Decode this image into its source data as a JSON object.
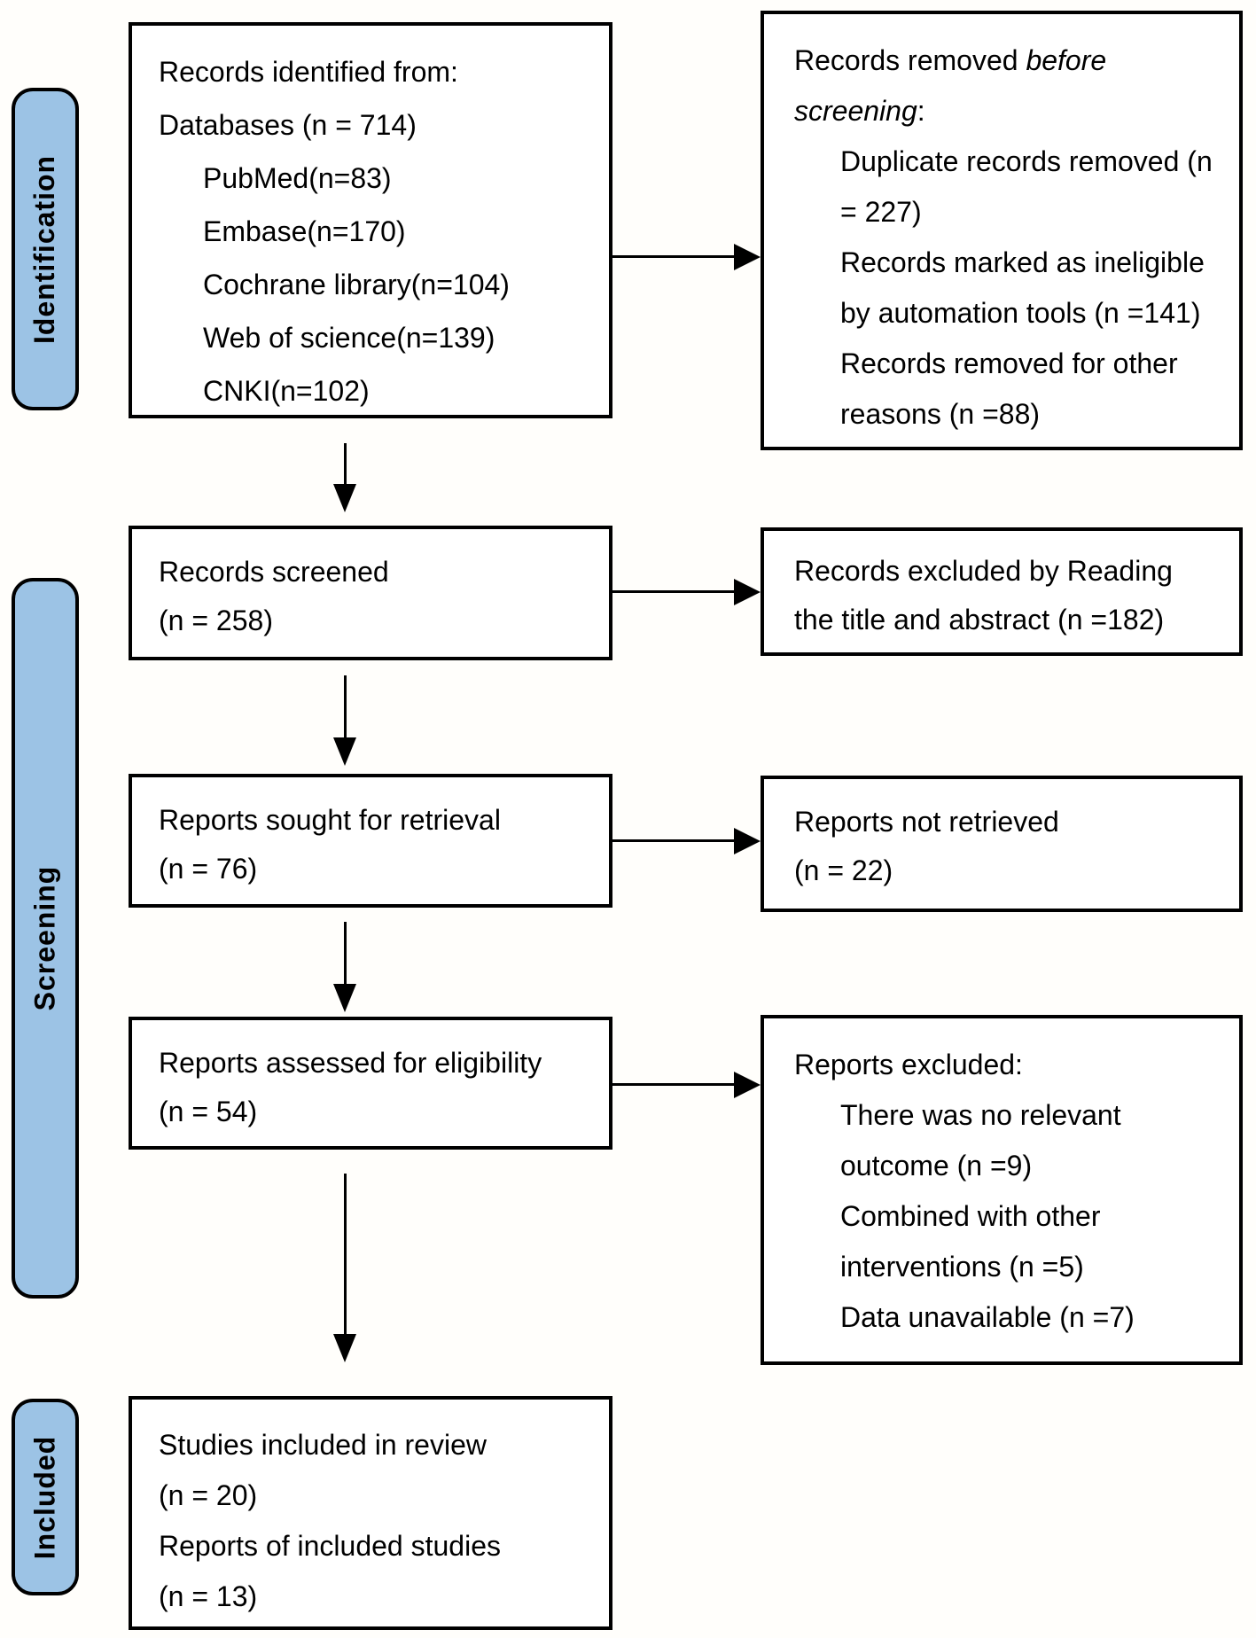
{
  "figure": {
    "type": "prisma-flow-diagram"
  },
  "colors": {
    "stage_label_bg": "#9CC3E5",
    "border": "#000000",
    "text": "#000000",
    "background": "#FFFFFF"
  },
  "sidebar": {
    "identification": "Identification",
    "screening": "Screening",
    "included": "Included"
  },
  "boxes": {
    "identified": {
      "heading": "Records identified from:",
      "subheading": "Databases (n = 714)",
      "source_lines": [
        "PubMed(n=83)",
        "Embase(n=170)",
        "Cochrane library(n=104)",
        "Web of science(n=139)",
        "CNKI(n=102)"
      ]
    },
    "removed": {
      "heading_normal": "Records removed ",
      "heading_italic": "before",
      "heading2_italic": "screening",
      "heading2_normal": ":",
      "detail_lines": [
        "Duplicate records removed (n",
        "= 227)",
        "Records marked as ineligible",
        "by automation tools (n =141)",
        "Records removed for other",
        "reasons (n =88)"
      ]
    },
    "screened": {
      "lines": [
        "Records screened",
        "(n = 258)"
      ]
    },
    "excluded_reading": {
      "lines": [
        "Records excluded by Reading",
        "the title and abstract (n =182)"
      ]
    },
    "sought": {
      "lines": [
        "Reports sought for retrieval",
        "(n = 76)"
      ]
    },
    "not_retrieved": {
      "lines": [
        "Reports not retrieved",
        "(n = 22)"
      ]
    },
    "assessed": {
      "lines": [
        "Reports assessed for eligibility",
        "(n = 54)"
      ]
    },
    "reports_excluded": {
      "heading": "Reports excluded:",
      "detail_lines": [
        "There was no relevant",
        "outcome (n =9)",
        "Combined with other",
        "interventions (n =5)",
        "Data unavailable (n =7)"
      ]
    },
    "included_review": {
      "lines": [
        "Studies included in review",
        "(n = 20)",
        "Reports of included studies",
        "(n = 13)"
      ]
    }
  }
}
